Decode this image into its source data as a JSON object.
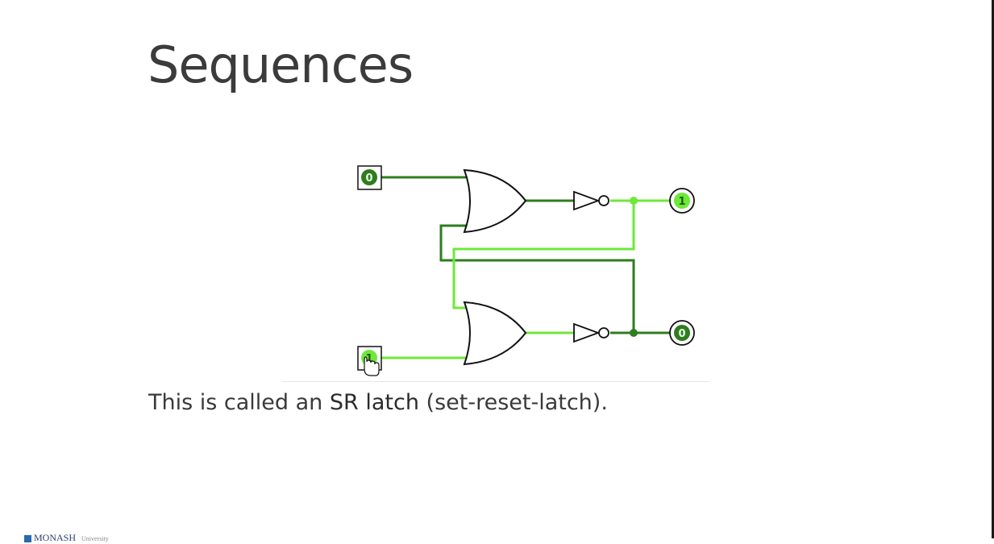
{
  "slide": {
    "title": "Sequences"
  },
  "circuit": {
    "inputs": {
      "top": "0",
      "bottom": "1"
    },
    "outputs": {
      "top": "1",
      "bottom": "0"
    },
    "colors": {
      "wire_low": "#2e7d1f",
      "wire_high": "#6ee83a",
      "pin_low_fill": "#2e7d1f",
      "pin_high_fill": "#6ee83a"
    }
  },
  "caption": {
    "before": "This is called an ",
    "emphasis": "SR latch",
    "after": " (set-reset-latch)."
  },
  "footer": {
    "logo": "MONASH",
    "logo_small": "University",
    "center": "",
    "page": ""
  }
}
